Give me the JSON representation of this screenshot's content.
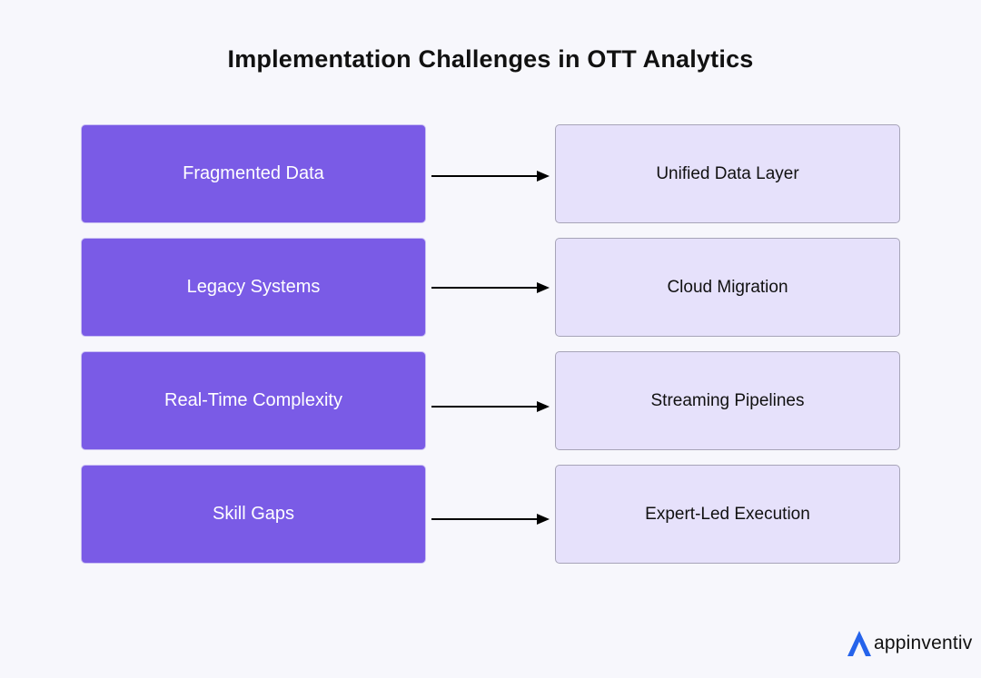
{
  "title": "Implementation Challenges in OTT Analytics",
  "rows": [
    {
      "challenge": "Fragmented Data",
      "solution": "Unified Data Layer"
    },
    {
      "challenge": "Legacy Systems",
      "solution": "Cloud Migration"
    },
    {
      "challenge": "Real-Time Complexity",
      "solution": "Streaming Pipelines"
    },
    {
      "challenge": "Skill Gaps",
      "solution": "Expert-Led Execution"
    }
  ],
  "logo": {
    "text": "appinventiv",
    "icon": "appinventiv-logo-icon"
  },
  "colors": {
    "background": "#f7f7fc",
    "challenge_fill": "#7a5be6",
    "solution_fill": "#e6e1fb",
    "arrow": "#000000",
    "logo_accent": "#2563eb"
  }
}
